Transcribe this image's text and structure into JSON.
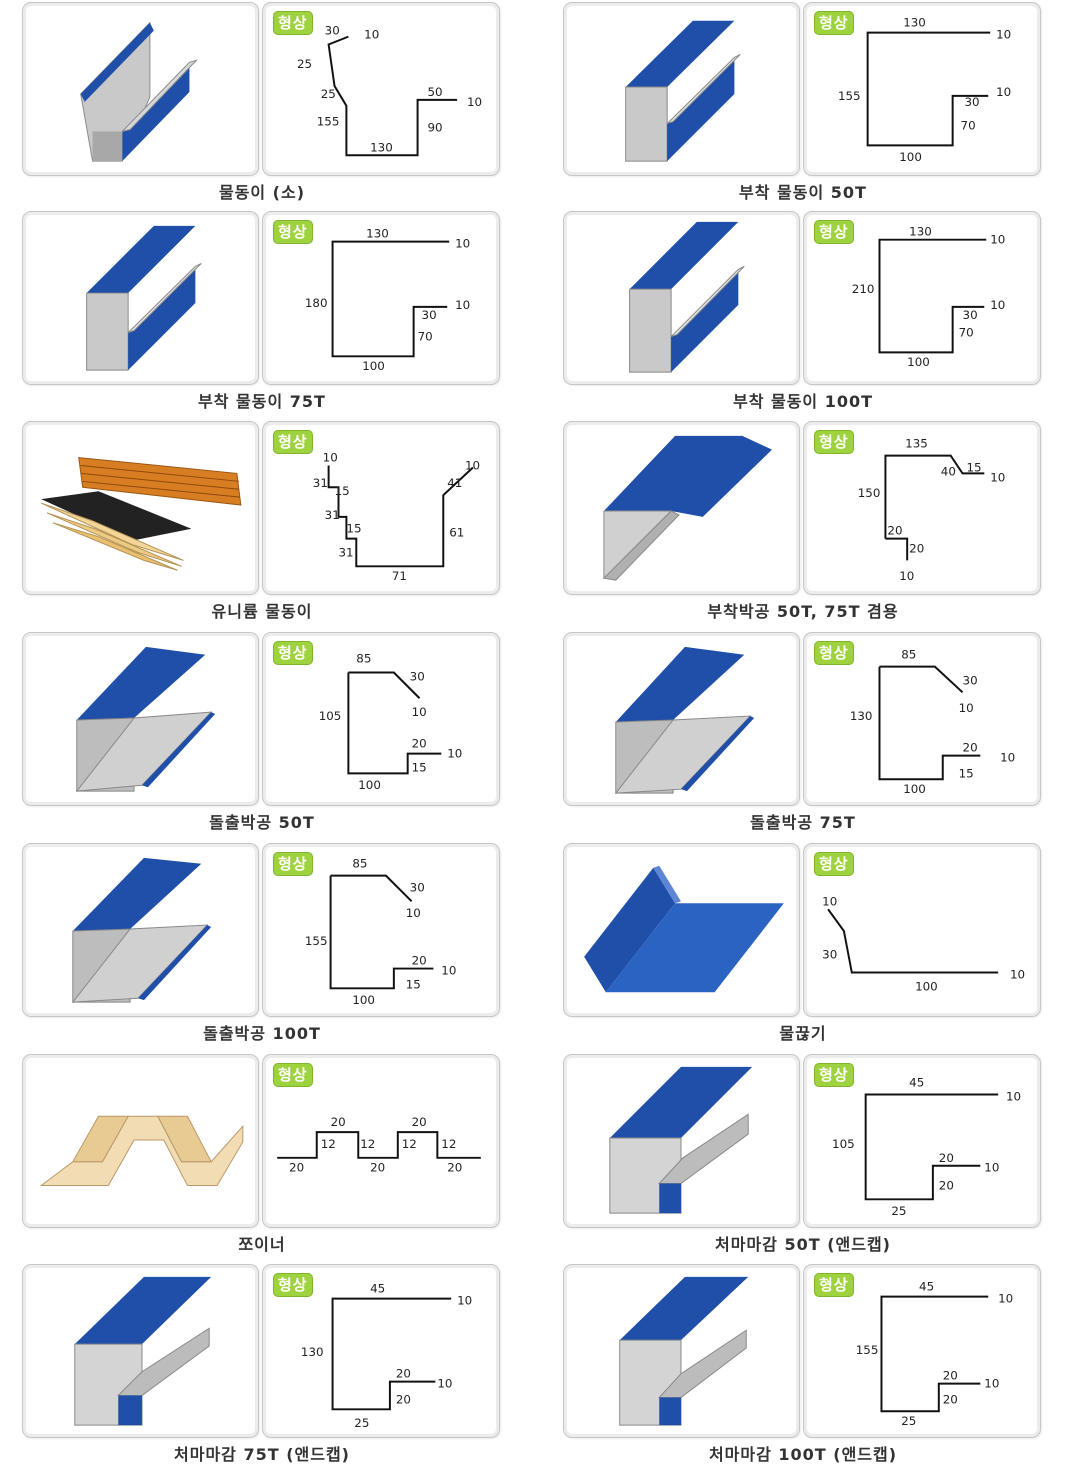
{
  "badge_label": "형상",
  "items": [
    {
      "caption": "물동이 (소)",
      "dims": [
        "30",
        "10",
        "25",
        "25",
        "155",
        "130",
        "50",
        "10",
        "90"
      ]
    },
    {
      "caption": "부착 물동이 50T",
      "dims": [
        "130",
        "10",
        "155",
        "10",
        "30",
        "70",
        "100"
      ]
    },
    {
      "caption": "부착 물동이 75T",
      "dims": [
        "130",
        "10",
        "180",
        "10",
        "30",
        "70",
        "100"
      ]
    },
    {
      "caption": "부착 물동이 100T",
      "dims": [
        "130",
        "10",
        "210",
        "10",
        "30",
        "70",
        "100"
      ]
    },
    {
      "caption": "유니륨 물동이",
      "dims": [
        "10",
        "31",
        "15",
        "31",
        "15",
        "31",
        "71",
        "61",
        "41",
        "10"
      ]
    },
    {
      "caption": "부착박공 50T, 75T 겸용",
      "dims": [
        "135",
        "40",
        "15",
        "10",
        "150",
        "20",
        "20",
        "10"
      ]
    },
    {
      "caption": "돌출박공 50T",
      "dims": [
        "85",
        "30",
        "10",
        "105",
        "20",
        "10",
        "15",
        "100"
      ]
    },
    {
      "caption": "돌출박공 75T",
      "dims": [
        "85",
        "30",
        "10",
        "130",
        "20",
        "10",
        "15",
        "100"
      ]
    },
    {
      "caption": "돌출박공 100T",
      "dims": [
        "85",
        "30",
        "10",
        "155",
        "20",
        "10",
        "15",
        "100"
      ]
    },
    {
      "caption": "물끊기",
      "dims": [
        "10",
        "30",
        "100",
        "10"
      ]
    },
    {
      "caption": "쪼이너",
      "dims": [
        "20",
        "12",
        "12",
        "20",
        "12",
        "12",
        "20",
        "20",
        "20"
      ]
    },
    {
      "caption": "처마마감 50T (앤드캡)",
      "dims": [
        "45",
        "10",
        "105",
        "20",
        "10",
        "20",
        "25"
      ]
    },
    {
      "caption": "처마마감 75T (앤드캡)",
      "dims": [
        "45",
        "10",
        "130",
        "20",
        "10",
        "20",
        "25"
      ]
    },
    {
      "caption": "처마마감 100T (앤드캡)",
      "dims": [
        "45",
        "10",
        "155",
        "20",
        "10",
        "20",
        "25"
      ]
    }
  ],
  "colors": {
    "blue": "#1f4fa8",
    "gray": "#b9b9b9",
    "badge": "#9fd23f"
  }
}
